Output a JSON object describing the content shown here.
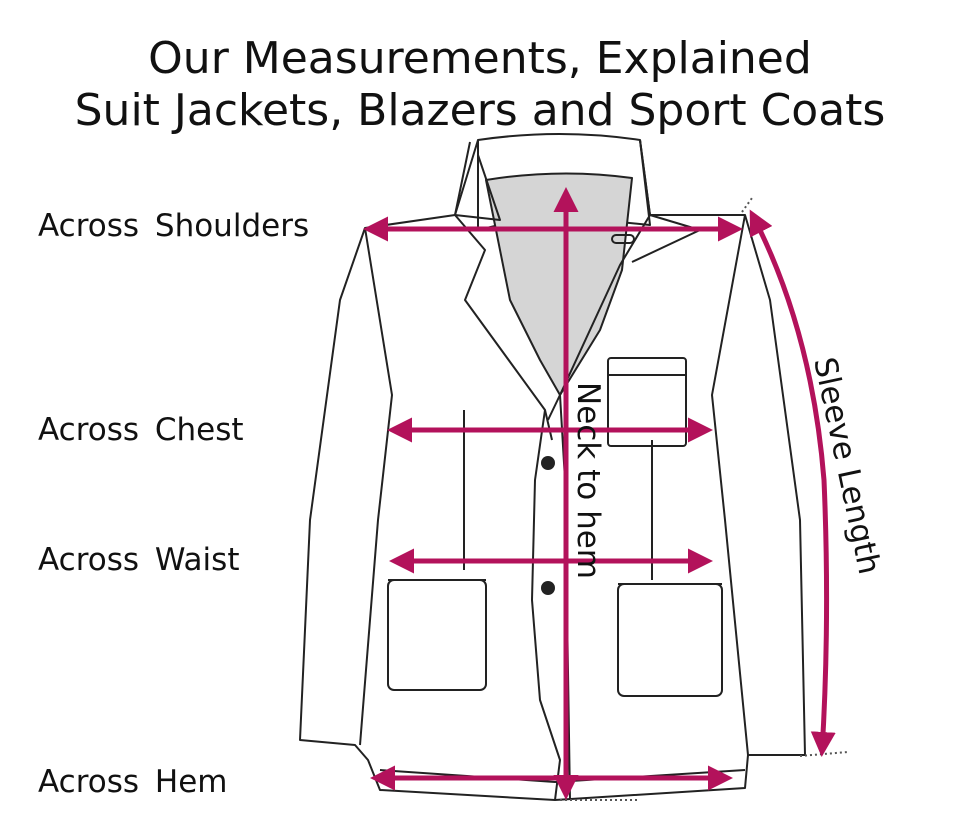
{
  "title_line1": "Our Measurements, Explained",
  "title_line2": "Suit Jackets, Blazers and Sport Coats",
  "labels": {
    "across_shoulders": "Across  Shoulders",
    "across_chest": "Across  Chest",
    "across_waist": "Across  Waist",
    "across_hem": "Across  Hem",
    "neck_to_hem": "Neck to hem",
    "sleeve_length": "Sleeve Length"
  },
  "colors": {
    "arrow": "#b3125b",
    "lining": "#d5d5d5",
    "outline": "#222222"
  }
}
